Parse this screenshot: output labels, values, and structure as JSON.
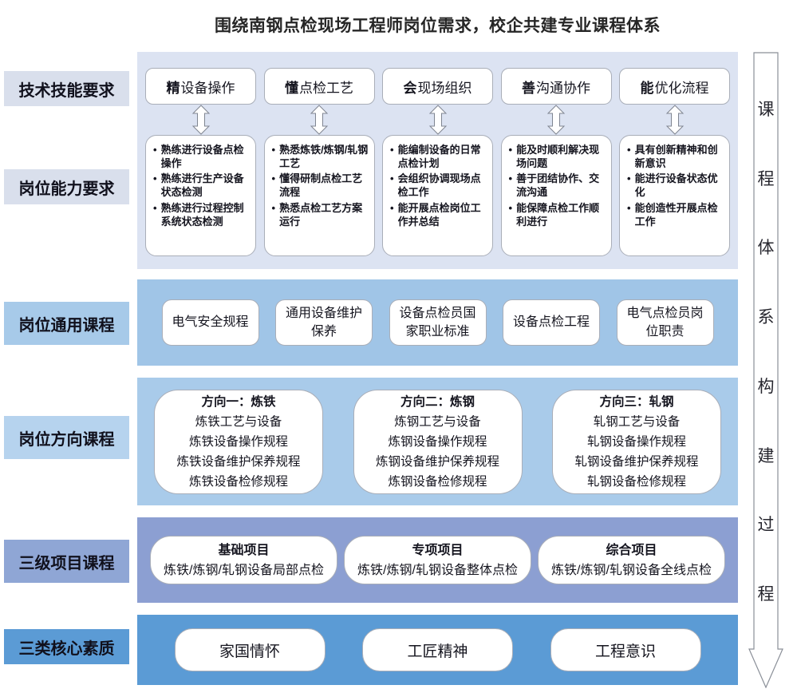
{
  "title": "围绕南钢点检现场工程师岗位需求，校企共建专业课程体系",
  "side_labels": [
    {
      "label": "技术技能要求"
    },
    {
      "label": "岗位能力要求"
    },
    {
      "label": "岗位通用课程"
    },
    {
      "label": "岗位方向课程"
    },
    {
      "label": "三级项目课程"
    },
    {
      "label": "三类核心素质"
    }
  ],
  "skills": [
    {
      "em": "精",
      "rest": "设备操作"
    },
    {
      "em": "懂",
      "rest": "点检工艺"
    },
    {
      "em": "会",
      "rest": "现场组织"
    },
    {
      "em": "善",
      "rest": "沟通协作"
    },
    {
      "em": "能",
      "rest": "优化流程"
    }
  ],
  "abilities": [
    {
      "items": [
        "熟练进行设备点检操作",
        "熟练进行生产设备状态检测",
        "熟练进行过程控制系统状态检测"
      ]
    },
    {
      "items": [
        "熟悉炼铁/炼钢/轧钢工艺",
        "懂得研制点检工艺流程",
        "熟悉点检工艺方案运行"
      ]
    },
    {
      "items": [
        "能编制设备的日常点检计划",
        "会组织协调现场点检工作",
        "能开展点检岗位工作并总结"
      ]
    },
    {
      "items": [
        "能及时顺利解决现场问题",
        "善于团结协作、交流沟通",
        "能保障点检工作顺利进行"
      ]
    },
    {
      "items": [
        "具有创新精神和创新意识",
        "能进行设备状态优化",
        "能创造性开展点检工作"
      ]
    }
  ],
  "general_courses": [
    "电气安全规程",
    "通用设备维护保养",
    "设备点检员国家职业标准",
    "设备点检工程",
    "电气点检员岗位职责"
  ],
  "direction_courses": [
    {
      "heading": "方向一：炼铁",
      "lines": [
        "炼铁工艺与设备",
        "炼铁设备操作规程",
        "炼铁设备维护保养规程",
        "炼铁设备检修规程"
      ]
    },
    {
      "heading": "方向二：炼钢",
      "lines": [
        "炼钢工艺与设备",
        "炼钢设备操作规程",
        "炼钢设备维护保养规程",
        "炼钢设备检修规程"
      ]
    },
    {
      "heading": "方向三：轧钢",
      "lines": [
        "轧钢工艺与设备",
        "轧钢设备操作规程",
        "轧钢设备维护保养规程",
        "轧钢设备检修规程"
      ]
    }
  ],
  "project_courses": [
    {
      "heading": "基础项目",
      "line": "炼铁/炼钢/轧钢设备局部点检"
    },
    {
      "heading": "专项项目",
      "line": "炼铁/炼钢/轧钢设备整体点检"
    },
    {
      "heading": "综合项目",
      "line": "炼铁/炼钢/轧钢设备全线点检"
    }
  ],
  "core_qualities": [
    "家国情怀",
    "工匠精神",
    "工程意识"
  ],
  "right_banner": {
    "text": "课程体系构建过程",
    "chars": [
      "课",
      "程",
      "体",
      "系",
      "构",
      "建",
      "过",
      "程"
    ]
  },
  "colors": {
    "band_requirements_bg": "#dce3f2",
    "side_label_light_bg": "#d9dfec",
    "band_general_bg": "#a0c5e7",
    "band_direction_bg": "#a9cbea",
    "band_project_bg": "#8c9fd2",
    "band_quality_bg": "#5b9bd5",
    "box_border": "#a9aeb8",
    "text": "#15151f"
  }
}
